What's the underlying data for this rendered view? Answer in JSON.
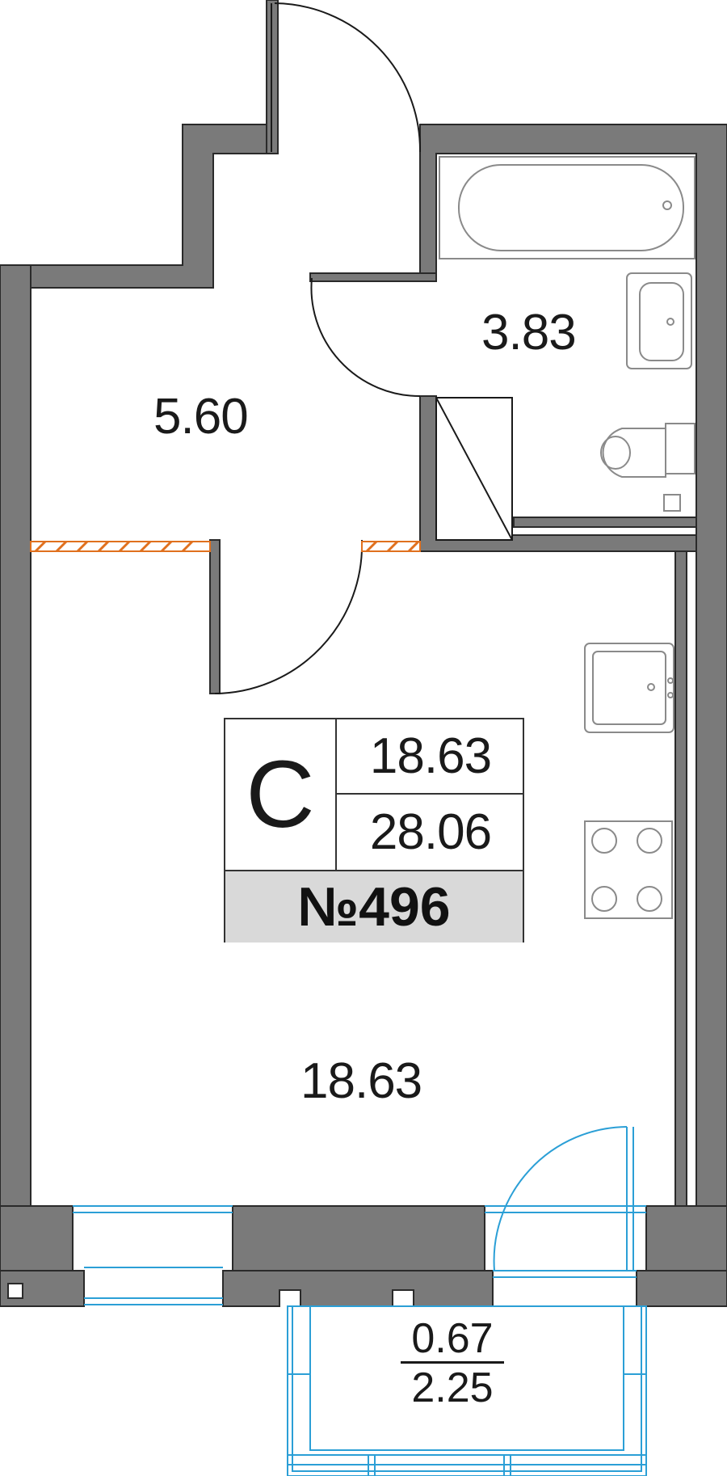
{
  "rooms": {
    "hall_area": "5.60",
    "bathroom_area": "3.83",
    "living_area": "18.63",
    "balcony_area": "0.67",
    "balcony_total": "2.25"
  },
  "badge": {
    "letter": "С",
    "living_area": "18.63",
    "total_area": "28.06",
    "apartment_number": "№496"
  },
  "colors": {
    "wall": "#7a7a7a",
    "wall_outline": "#2a2a2a",
    "window": "#2b9fd6",
    "partition_hatch": "#e0701e",
    "fixture": "#8a8a8a",
    "badge_fill": "#d9d9d9"
  }
}
